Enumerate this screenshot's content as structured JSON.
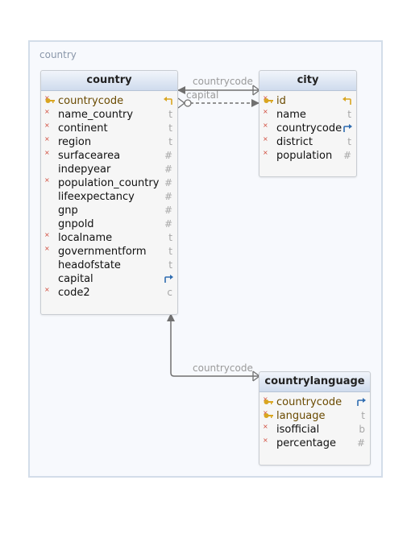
{
  "group": {
    "label": "country"
  },
  "entities": {
    "country": {
      "title": "country",
      "fields": [
        {
          "name": "countrycode",
          "type": "",
          "required": true,
          "pk": true,
          "ref": false,
          "pkref": true
        },
        {
          "name": "name_country",
          "type": "t",
          "required": true
        },
        {
          "name": "continent",
          "type": "t",
          "required": true
        },
        {
          "name": "region",
          "type": "t",
          "required": true
        },
        {
          "name": "surfacearea",
          "type": "#",
          "required": true
        },
        {
          "name": "indepyear",
          "type": "#",
          "required": false
        },
        {
          "name": "population_country",
          "type": "#",
          "required": true
        },
        {
          "name": "lifeexpectancy",
          "type": "#",
          "required": false
        },
        {
          "name": "gnp",
          "type": "#",
          "required": false
        },
        {
          "name": "gnpold",
          "type": "#",
          "required": false
        },
        {
          "name": "localname",
          "type": "t",
          "required": true
        },
        {
          "name": "governmentform",
          "type": "t",
          "required": true
        },
        {
          "name": "headofstate",
          "type": "t",
          "required": false
        },
        {
          "name": "capital",
          "type": "",
          "required": false,
          "ref": true
        },
        {
          "name": "code2",
          "type": "c",
          "required": true
        }
      ]
    },
    "city": {
      "title": "city",
      "fields": [
        {
          "name": "id",
          "type": "",
          "required": true,
          "pk": true,
          "pkref": true
        },
        {
          "name": "name",
          "type": "t",
          "required": true
        },
        {
          "name": "countrycode",
          "type": "",
          "required": true,
          "ref": true
        },
        {
          "name": "district",
          "type": "t",
          "required": true
        },
        {
          "name": "population",
          "type": "#",
          "required": true
        }
      ]
    },
    "countrylanguage": {
      "title": "countrylanguage",
      "fields": [
        {
          "name": "countrycode",
          "type": "",
          "required": true,
          "pk": true,
          "ref": true
        },
        {
          "name": "language",
          "type": "t",
          "required": true,
          "pk": true
        },
        {
          "name": "isofficial",
          "type": "b",
          "required": true
        },
        {
          "name": "percentage",
          "type": "#",
          "required": true
        }
      ]
    }
  },
  "relations": {
    "city_country": "countrycode",
    "country_capital": "capital",
    "countrylanguage_country": "countrycode"
  },
  "colors": {
    "line": "#707070",
    "key": "#d9a520",
    "ref": "#2f6cb0",
    "required": "#d04a3a"
  }
}
